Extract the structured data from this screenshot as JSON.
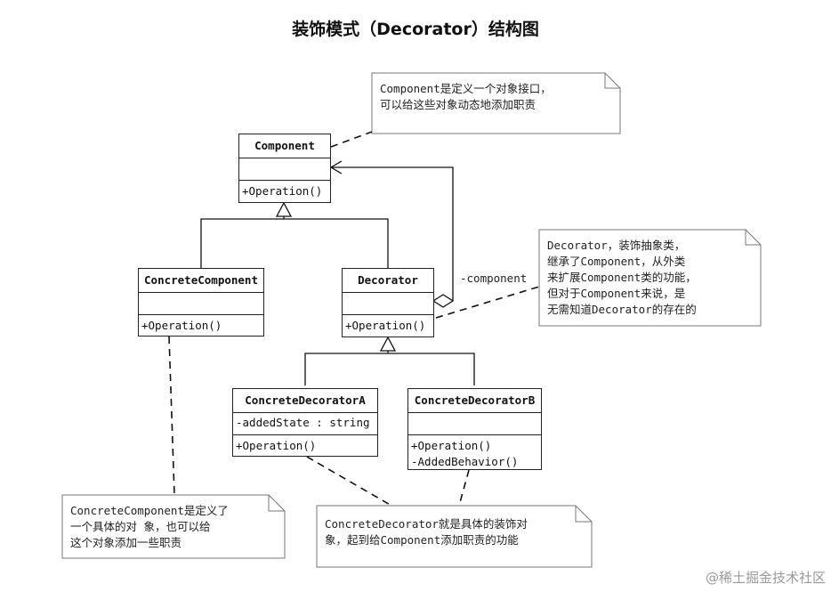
{
  "title": "装饰模式（Decorator）结构图",
  "classes": {
    "component": {
      "name": "Component",
      "attribute": "",
      "operations": [
        "+Operation()"
      ]
    },
    "concrete_component": {
      "name": "ConcreteComponent",
      "attribute": "",
      "operations": [
        "+Operation()"
      ]
    },
    "decorator": {
      "name": "Decorator",
      "attribute": "",
      "operations": [
        "+Operation()"
      ]
    },
    "concrete_decorator_a": {
      "name": "ConcreteDecoratorA",
      "attribute": "-addedState : string",
      "operations": [
        "+Operation()"
      ]
    },
    "concrete_decorator_b": {
      "name": "ConcreteDecoratorB",
      "attribute": "",
      "operations": [
        "+Operation()",
        "-AddedBehavior()"
      ]
    }
  },
  "association_label": "-component",
  "notes": {
    "component": "Component是定义一个对象接口，\n可以给这些对象动态地添加职责",
    "decorator": "Decorator，装饰抽象类，\n继承了Component，从外类\n来扩展Component类的功能，\n但对于Component来说，是\n无需知道Decorator的存在的",
    "concrete_component": "ConcreteComponent是定义了\n一个具体的对 象，也可以给\n这个对象添加一些职责",
    "concrete_decorator": "ConcreteDecorator就是具体的装饰对\n象，起到给Component添加职责的功能"
  },
  "watermark": "@稀土掘金技术社区"
}
